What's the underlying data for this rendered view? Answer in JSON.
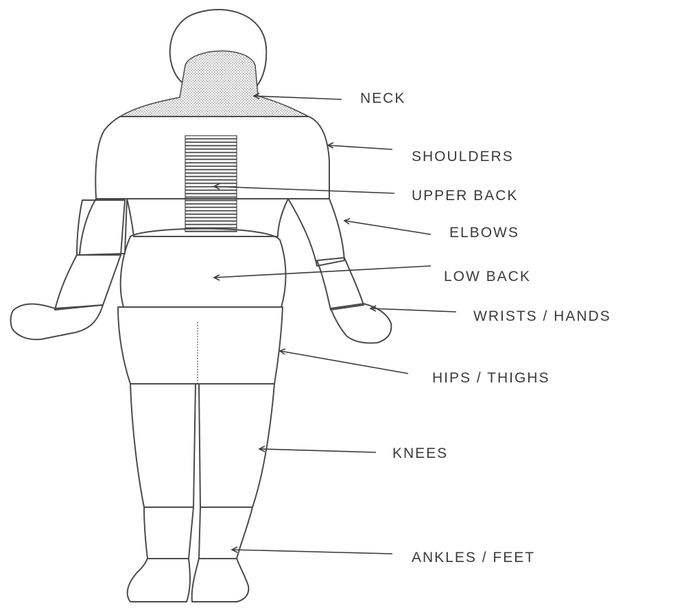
{
  "labels": {
    "neck": "NECK",
    "shoulders": "SHOULDERS",
    "upper_back": "UPPER BACK",
    "elbows": "ELBOWS",
    "low_back": "LOW BACK",
    "wrists_hands": "WRISTS / HANDS",
    "hips_thighs": "HIPS / THIGHS",
    "knees": "KNEES",
    "ankles_feet": "ANKLES / FEET"
  }
}
